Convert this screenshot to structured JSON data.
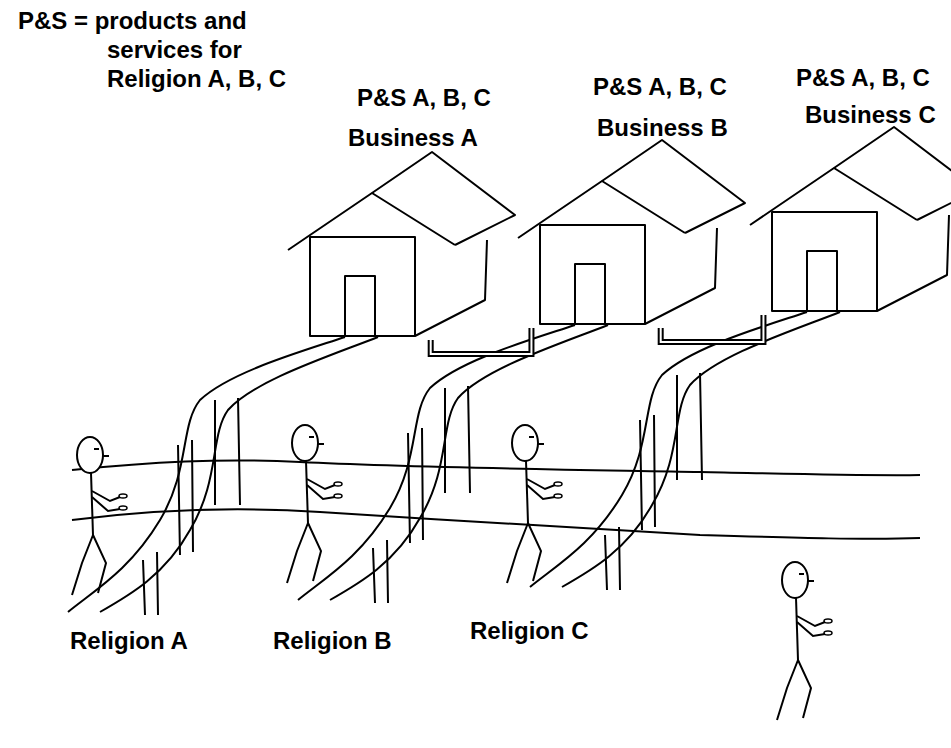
{
  "diagram": {
    "nodes": [
      {
        "text": [
          "P&S A, B, C",
          "Business A"
        ]
      },
      {
        "text": [
          "P&S A, B, C",
          "Business B"
        ]
      },
      {
        "text": [
          "P&S A, B, C",
          "Business C"
        ]
      }
    ],
    "edges": [
      {
        "from": 0,
        "to": 1,
        "arrow": "none"
      },
      {
        "from": 1,
        "to": 2,
        "arrow": "none"
      }
    ],
    "labels": [
      "P&S = products and services for Religion A, B, C",
      "Religion A",
      "Religion B",
      "Religion C"
    ]
  }
}
